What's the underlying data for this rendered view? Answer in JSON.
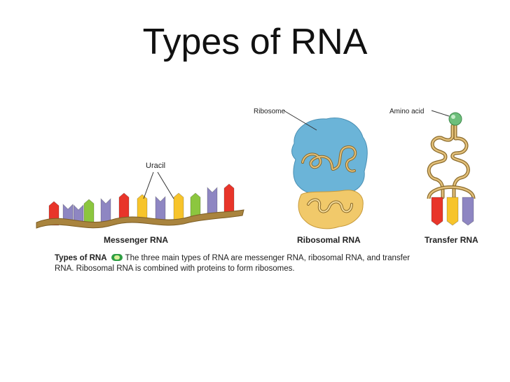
{
  "slide": {
    "title": "Types of RNA"
  },
  "figure": {
    "labels": {
      "uracil": "Uracil",
      "ribosome": "Ribosome",
      "amino_acid": "Amino acid",
      "messenger_rna": "Messenger RNA",
      "ribosomal_rna": "Ribosomal RNA",
      "transfer_rna": "Transfer RNA"
    },
    "colors": {
      "backbone": "#a9843e",
      "red": "#e8352a",
      "purple": "#8e86c2",
      "green": "#8cc63f",
      "yellow": "#f7c42b",
      "ribosome_blue": "#6bb4d8",
      "ribosome_gold": "#f1c96a",
      "amino_acid": "#6dbf7b"
    }
  },
  "caption": {
    "lead": "Types of RNA",
    "body": "The three main types of RNA are messenger RNA, ribosomal RNA, and transfer RNA. Ribosomal RNA is combined with proteins to form ribosomes."
  }
}
